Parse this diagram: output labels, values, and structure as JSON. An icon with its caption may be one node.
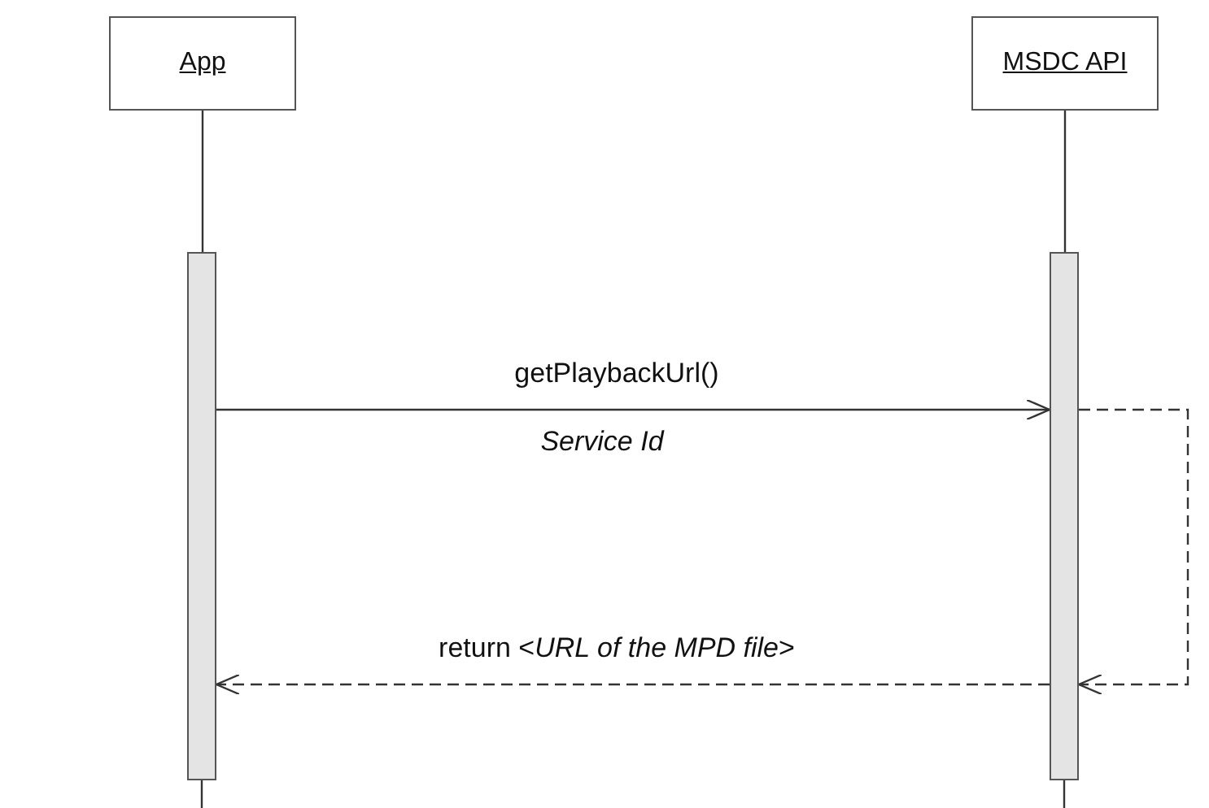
{
  "diagram": {
    "nodes": [
      {
        "text": [
          "App"
        ]
      },
      {
        "text": [
          "MSDC API"
        ]
      },
      {
        "text": [],
        "shape": "bar"
      },
      {
        "text": [],
        "shape": "bar"
      }
    ],
    "edges": [
      {
        "from": 0,
        "to": 2,
        "arrow": "none"
      },
      {
        "from": 1,
        "to": 3,
        "arrow": "none"
      },
      {
        "from": 2,
        "to": null,
        "arrow": "none"
      },
      {
        "from": 3,
        "to": null,
        "arrow": "none"
      },
      {
        "from": 2,
        "to": 3,
        "arrow": "to",
        "label": "getPlaybackUrl()"
      },
      {
        "from": 3,
        "to": 3,
        "arrow": "to",
        "style": "dashed"
      },
      {
        "from": 3,
        "to": 2,
        "arrow": "to",
        "style": "dashed",
        "label": "return <*URL of the MPD file*>"
      }
    ],
    "labels": [
      "Service Id"
    ]
  }
}
